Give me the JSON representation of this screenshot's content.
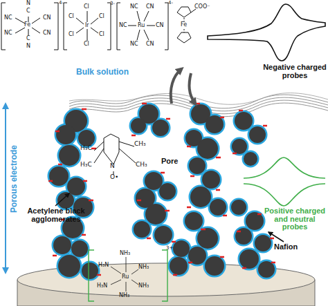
{
  "diagram": {
    "labels": [
      "4-",
      "N",
      "C",
      "NC",
      "CN",
      "Fe",
      "NC",
      "CN",
      "C",
      "N",
      "3-",
      "Cl",
      "Cl",
      "Cl",
      "Ir",
      "Cl",
      "Cl",
      "Cl",
      "4-",
      "NC",
      "CN",
      "NC",
      "Ru",
      "CN",
      "NC",
      "CN",
      "COO⁻",
      "Fe",
      "H₃C",
      "CH₃",
      "H₃C",
      "CH₃",
      "N",
      "O•",
      "3+",
      "NH₃",
      "H₃N",
      "NH₃",
      "Ru",
      "H₃N",
      "NH₃",
      "NH₃",
      "Bulk solution",
      "Porous electrode",
      "Negative charged probes",
      "Pore",
      "Positive charged and neutral probes",
      "Acetylene black agglomerates",
      "Nafion"
    ]
  }
}
